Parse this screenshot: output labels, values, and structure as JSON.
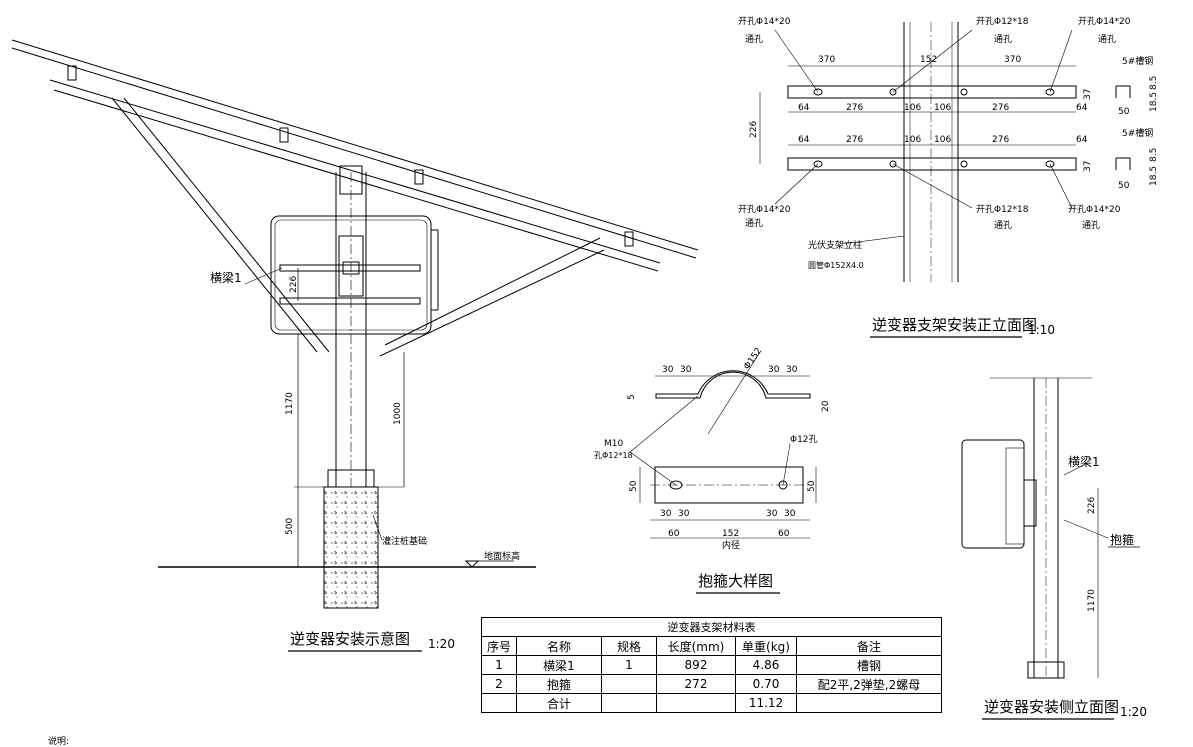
{
  "main_view": {
    "title": "逆变器安装示意图",
    "scale": "1:20",
    "beam_label": "横梁1",
    "dim_226": "226",
    "dim_1170": "1170",
    "dim_1000": "1000",
    "dim_500": "500",
    "foundation_label": "灌注桩基础",
    "ground_label": "地面标高"
  },
  "front_elevation": {
    "title": "逆变器支架安装正立面图",
    "scale": "1:10",
    "hole_a": "开孔Φ14*20",
    "hole_b": "开孔Φ12*18",
    "through_hole": "通孔",
    "channel_label": "5#槽钢",
    "column_label": "光伏支架立柱",
    "column_spec": "圆管Φ152X4.0",
    "dims": {
      "d370": "370",
      "d152": "152",
      "d64": "64",
      "d276": "276",
      "d106": "106",
      "d226": "226",
      "d37": "37",
      "d8_5": "8.5",
      "d18_5": "18.5",
      "d50": "50"
    }
  },
  "clamp_detail": {
    "title": "抱箍大样图",
    "d30": "30",
    "d5": "5",
    "d20": "20",
    "d152_dia": "Φ152",
    "m10": "M10",
    "hole_12x18": "孔Φ12*18",
    "hole_12": "Φ12孔",
    "d50": "50",
    "d60": "60",
    "d152": "152",
    "inner_dia": "内径"
  },
  "side_elevation": {
    "title": "逆变器安装侧立面图",
    "scale": "1:20",
    "beam_label": "横梁1",
    "clamp_label": "抱箍",
    "dim_226": "226",
    "dim_1170": "1170"
  },
  "material_table": {
    "title": "逆变器支架材料表",
    "headers": [
      "序号",
      "名称",
      "规格",
      "长度(mm)",
      "单重(kg)",
      "备注"
    ],
    "rows": [
      [
        "1",
        "横梁1",
        "1",
        "892",
        "4.86",
        "槽钢"
      ],
      [
        "2",
        "抱箍",
        "",
        "272",
        "0.70",
        "配2平,2弹垫,2螺母"
      ],
      [
        "",
        "合计",
        "",
        "",
        "11.12",
        ""
      ]
    ]
  },
  "notes_label": "说明:"
}
